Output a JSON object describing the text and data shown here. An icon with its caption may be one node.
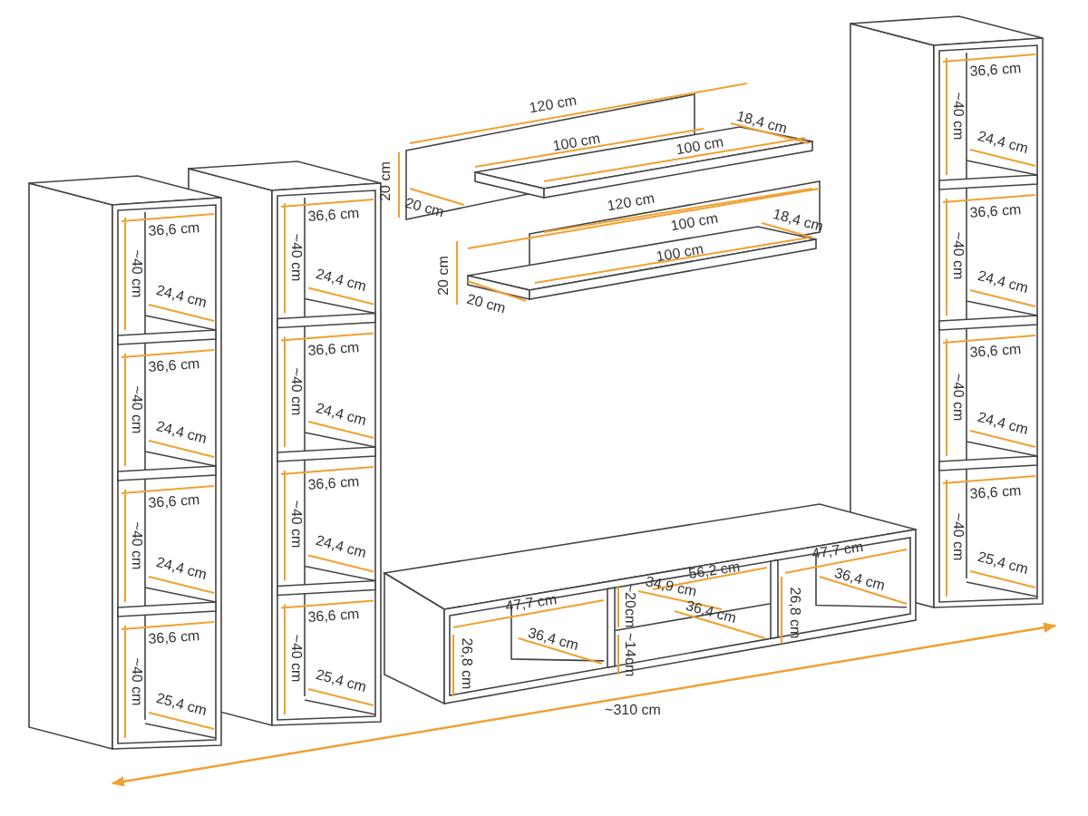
{
  "diagram": {
    "labels": [
      "36,6 cm",
      "~40 cm",
      "24,4 cm",
      "36,6 cm",
      "~40 cm",
      "24,4 cm",
      "36,6 cm",
      "~40 cm",
      "24,4 cm",
      "36,6 cm",
      "~40 cm",
      "25,4 cm",
      "36,6 cm",
      "~40 cm",
      "24,4 cm",
      "36,6 cm",
      "~40 cm",
      "24,4 cm",
      "36,6 cm",
      "~40 cm",
      "24,4 cm",
      "36,6 cm",
      "~40 cm",
      "25,4 cm",
      "120 cm",
      "100 cm",
      "100 cm",
      "18,4 cm",
      "20 cm",
      "20 cm",
      "120 cm",
      "100 cm",
      "18,4 cm",
      "100 cm",
      "20 cm",
      "20 cm",
      "47,7 cm",
      "26,8 cm",
      "36,4 cm",
      "~20cm",
      "~14cm",
      "34,9 cm",
      "56,2 cm",
      "36,4 cm",
      "47,7 cm",
      "26,8 cm",
      "36,4 cm",
      "~310 cm",
      "36,6 cm",
      "~40 cm",
      "24,4 cm",
      "36,6 cm",
      "~40 cm",
      "24,4 cm",
      "36,6 cm",
      "~40 cm",
      "24,4 cm",
      "36,6 cm",
      "~40 cm",
      "25,4 cm"
    ]
  }
}
